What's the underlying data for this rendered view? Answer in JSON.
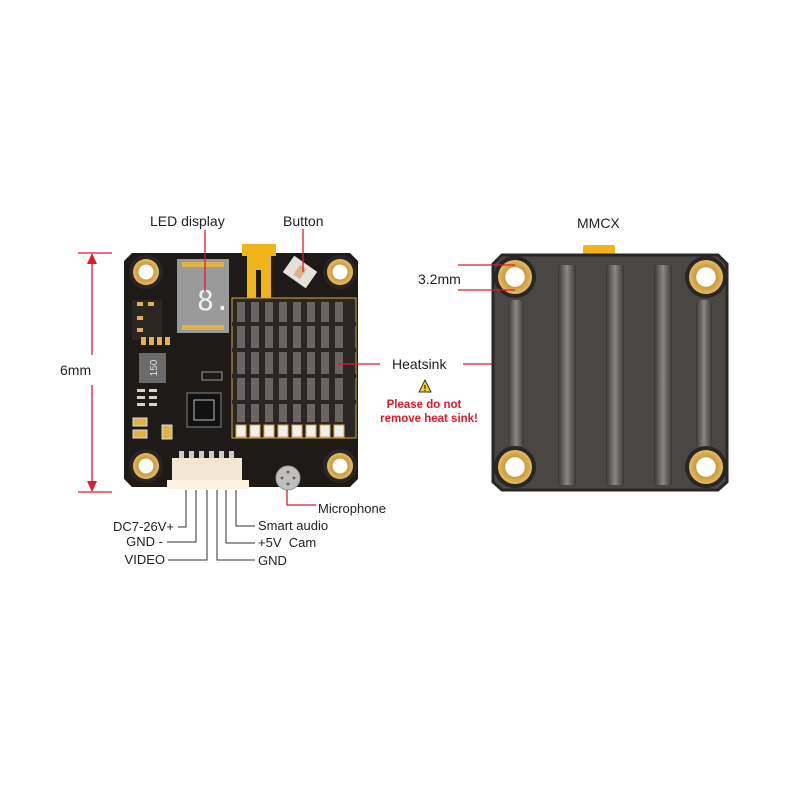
{
  "labels": {
    "led_display": "LED display",
    "button": "Button",
    "dimension_width": "6mm",
    "heatsink": "Heatsink",
    "warning_line1": "Please do not",
    "warning_line2": "remove heat sink!",
    "microphone": "Microphone",
    "mmcx": "MMCX",
    "hole_size": "3.2mm",
    "inductor_marking": "150",
    "led_digit": "8."
  },
  "pins_left": [
    "DC7-26V+",
    "GND -",
    "VIDEO"
  ],
  "pins_right": [
    "Smart audio",
    "+5V  Cam",
    "GND"
  ],
  "colors": {
    "pcb": "#1e1a17",
    "gold": "#d9a742",
    "connector": "#f0b418",
    "heatsink": "#3b3735",
    "annotation": "#e0192b"
  }
}
